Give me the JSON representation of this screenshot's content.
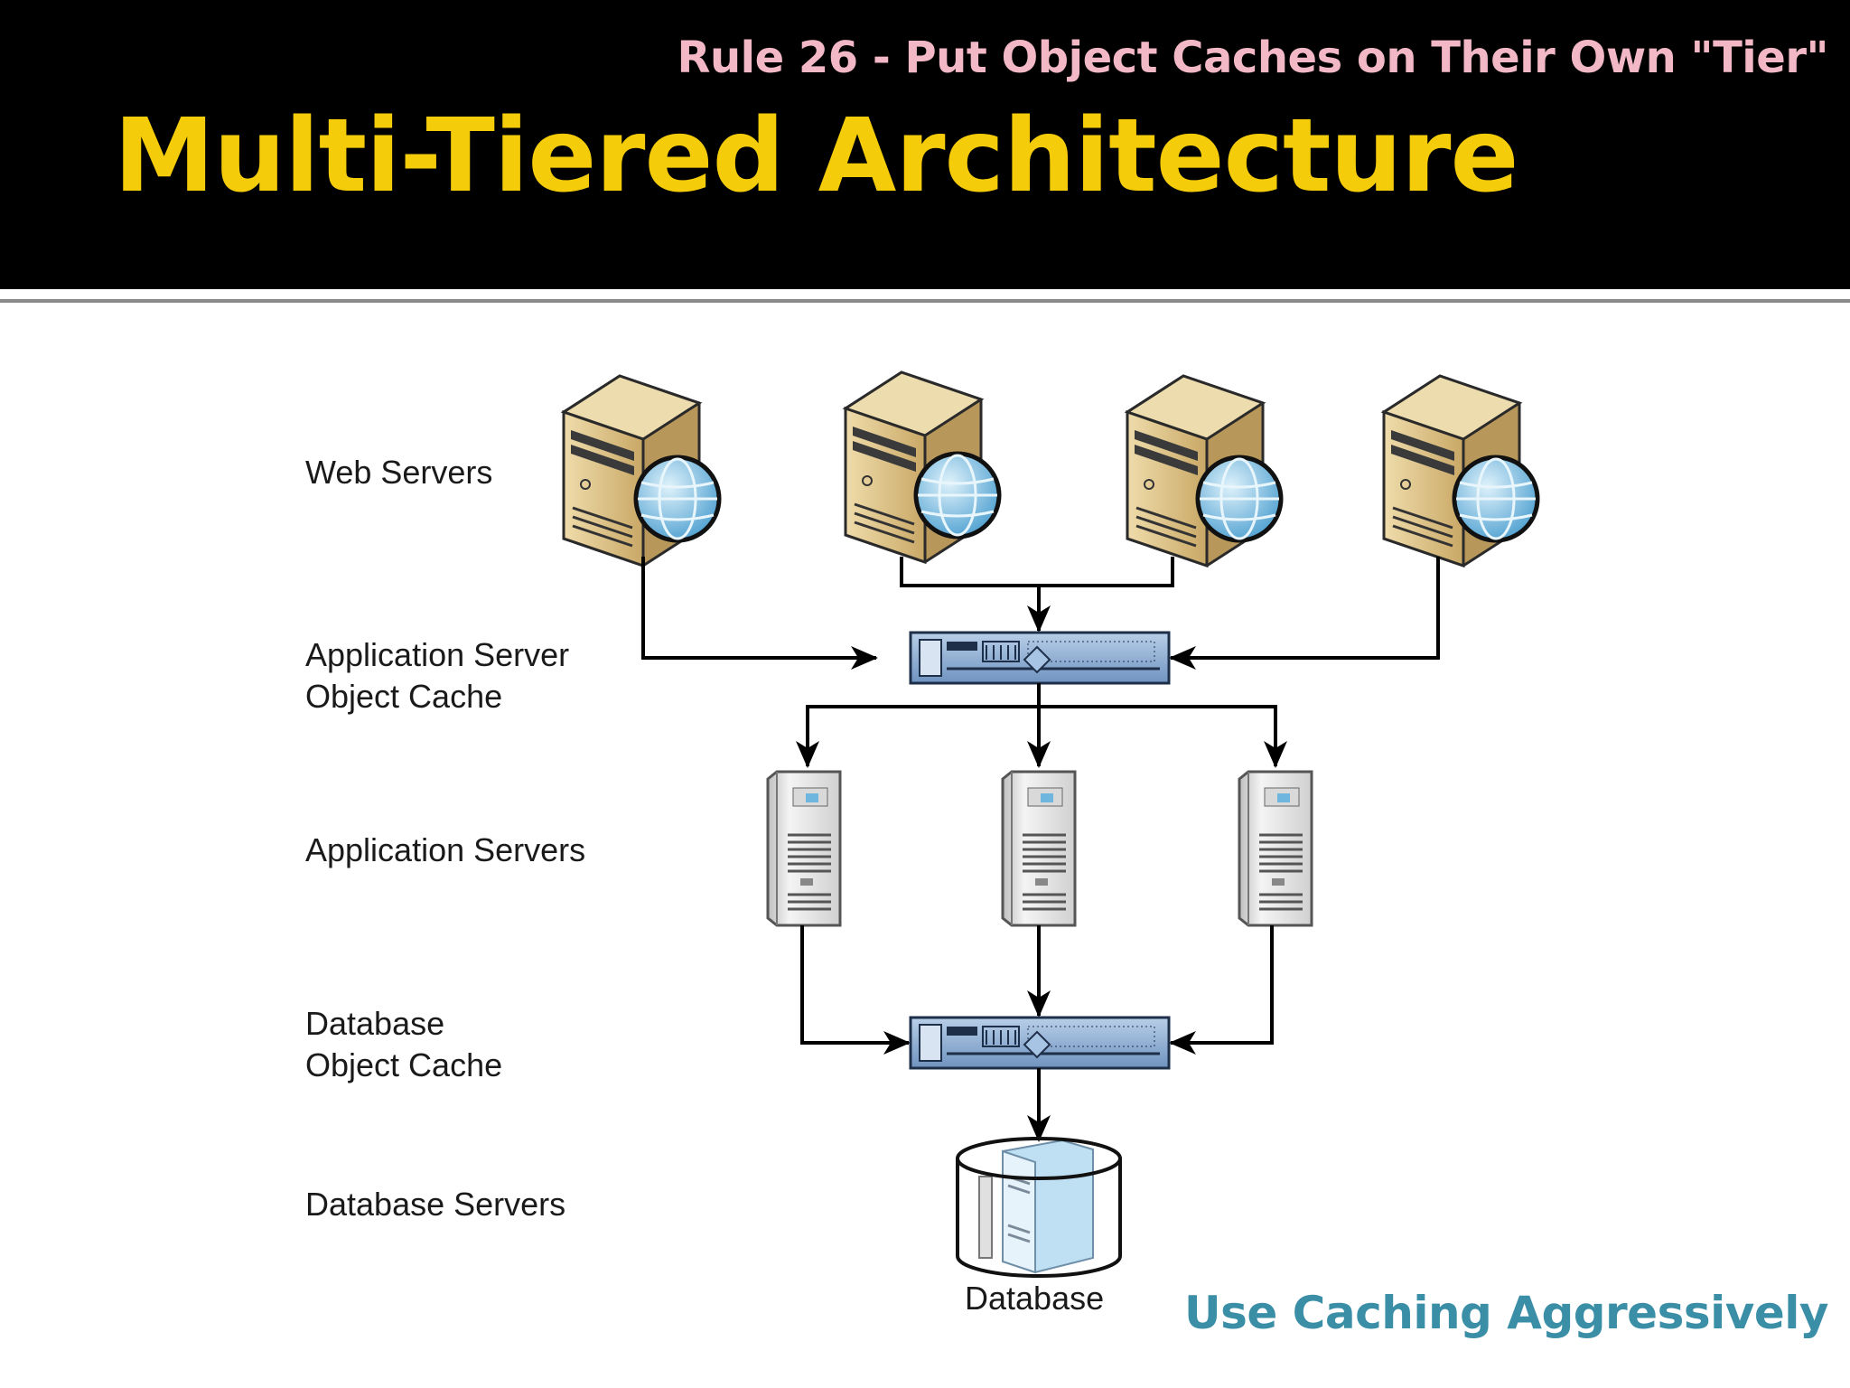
{
  "header": {
    "rule": "Rule 26 - Put Object Caches on Their Own \"Tier\"",
    "title": "Multi-Tiered Architecture"
  },
  "tiers": {
    "web_servers": "Web Servers",
    "app_server_cache_line1": "Application Server",
    "app_server_cache_line2": "Object Cache",
    "app_servers": "Application Servers",
    "db_cache_line1": "Database",
    "db_cache_line2": "Object Cache",
    "db_servers": "Database Servers"
  },
  "database_label": "Database",
  "footer": "Use Caching Aggressively",
  "colors": {
    "header_bg": "#000000",
    "title": "#f5cc0a",
    "rule": "#f2b8c6",
    "footer": "#3a8ea6",
    "server_tan": "#d9c08a",
    "globe": "#7ec3e6",
    "cache_blue": "#8aaed6"
  },
  "icons": [
    "web-server-icon",
    "globe-icon",
    "object-cache-icon",
    "app-server-icon",
    "database-icon"
  ]
}
